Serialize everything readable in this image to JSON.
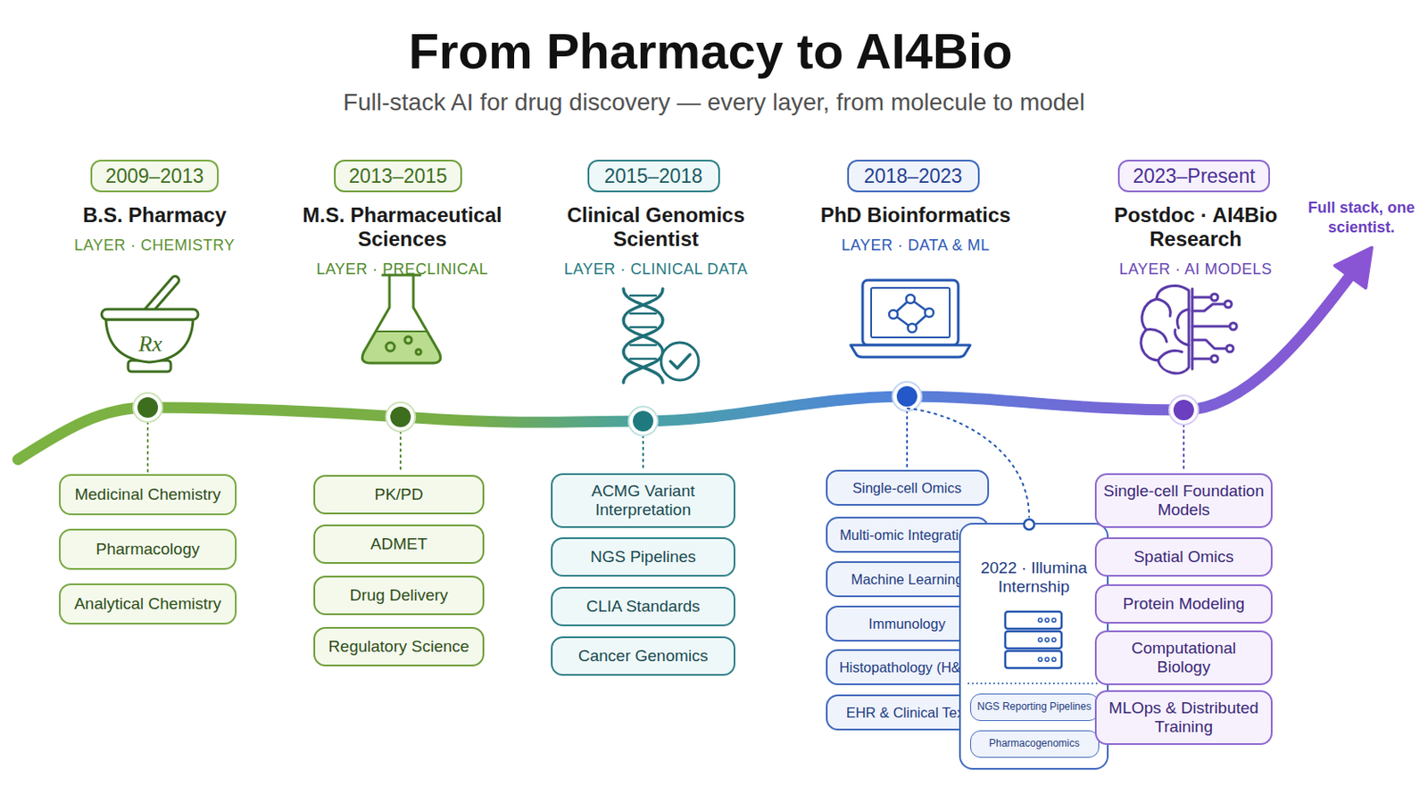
{
  "diagram": {
    "title": "From Pharmacy to AI4Bio",
    "nodes": [
      {
        "text": [
          "2009–2013"
        ]
      },
      {
        "text": [
          "Medicinal Chemistry"
        ]
      },
      {
        "text": [
          "Pharmacology"
        ]
      },
      {
        "text": [
          "Analytical Chemistry"
        ]
      },
      {
        "text": [
          "2013–2015"
        ]
      },
      {
        "text": [
          "PK/PD"
        ]
      },
      {
        "text": [
          "ADMET"
        ]
      },
      {
        "text": [
          "Drug Delivery"
        ]
      },
      {
        "text": [
          "Regulatory Science"
        ]
      },
      {
        "text": [
          "2015–2018"
        ]
      },
      {
        "text": [
          "ACMG Variant Interpretation"
        ]
      },
      {
        "text": [
          "NGS Pipelines"
        ]
      },
      {
        "text": [
          "CLIA Standards"
        ]
      },
      {
        "text": [
          "Cancer Genomics"
        ]
      },
      {
        "text": [
          "2018–2023"
        ]
      },
      {
        "text": [
          "Single-cell Omics"
        ]
      },
      {
        "text": [
          "Multi-omic Integration"
        ]
      },
      {
        "text": [
          "Machine Learning"
        ]
      },
      {
        "text": [
          "Immunology"
        ]
      },
      {
        "text": [
          "Histopathology (H&E)"
        ]
      },
      {
        "text": [
          "EHR & Clinical Text"
        ]
      },
      {
        "text": [
          "2022 · Illumina Internship"
        ]
      },
      {
        "text": [
          "NGS Reporting Pipelines"
        ],
        "in": 21
      },
      {
        "text": [
          "Pharmacogenomics"
        ],
        "in": 21
      },
      {
        "text": [
          "2023–Present"
        ]
      },
      {
        "text": [
          "Single-cell Foundation Models"
        ]
      },
      {
        "text": [
          "Spatial Omics"
        ]
      },
      {
        "text": [
          "Protein Modeling"
        ]
      },
      {
        "text": [
          "Computational Biology"
        ]
      },
      {
        "text": [
          "MLOps & Distributed Training"
        ]
      }
    ],
    "labels": [
      "Full-stack AI for drug discovery — every layer, from molecule to model",
      "B.S. Pharmacy",
      "LAYER · CHEMISTRY",
      "M.S. Pharmaceutical Sciences",
      "LAYER · PRECLINICAL",
      "Clinical Genomics Scientist",
      "LAYER · CLINICAL DATA",
      "PhD Bioinformatics",
      "LAYER · DATA & ML",
      "Postdoc · AI4Bio Research",
      "LAYER · AI MODELS",
      "Rx",
      "Full stack, one scientist."
    ]
  }
}
